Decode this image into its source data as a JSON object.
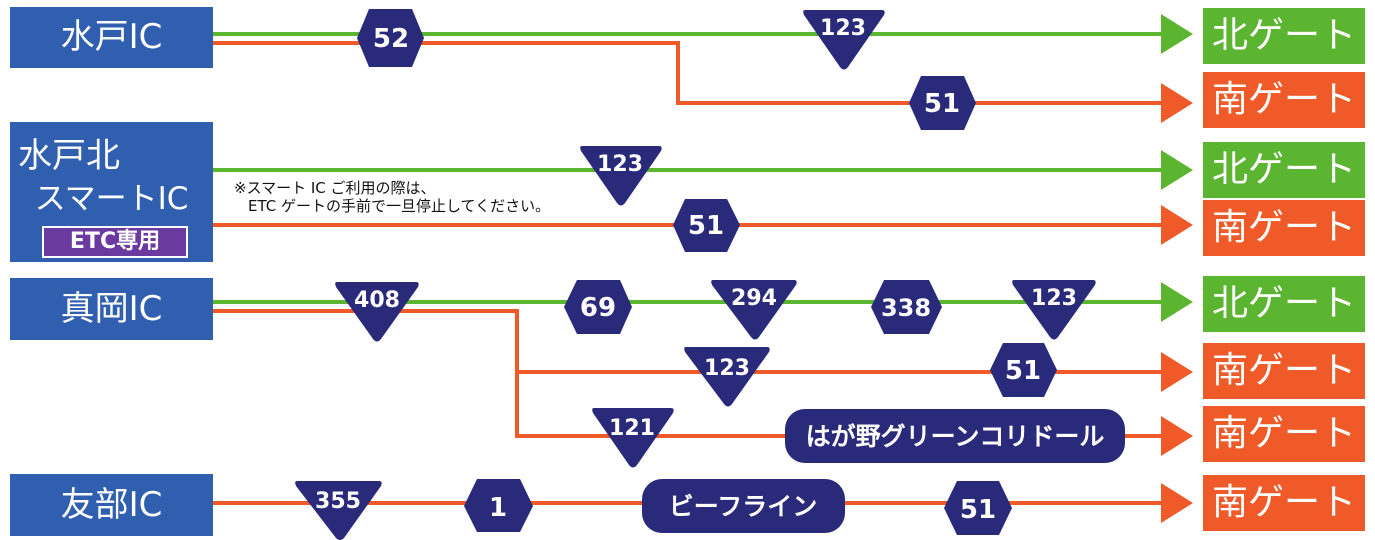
{
  "interchanges": [
    {
      "id": "mito",
      "name_lines": [
        "水戸IC"
      ]
    },
    {
      "id": "mito-kita",
      "name_lines": [
        "水戸北",
        "スマートIC"
      ],
      "badge": "ETC専用"
    },
    {
      "id": "moka",
      "name_lines": [
        "真岡IC"
      ]
    },
    {
      "id": "tomobe",
      "name_lines": [
        "友部IC"
      ]
    }
  ],
  "gates": {
    "north": "北ゲート",
    "south": "南ゲート"
  },
  "note": {
    "line1": "※スマート IC ご利用の際は、",
    "line2": "ETC ゲートの手前で一旦停止してください。"
  },
  "routes": {
    "r52": "52",
    "r123": "123",
    "r51": "51",
    "r408": "408",
    "r69": "69",
    "r294": "294",
    "r338": "338",
    "r121": "121",
    "r355": "355",
    "r1": "1"
  },
  "named_roads": {
    "haga_green": "はが野グリーンコリドール",
    "bee_line": "ビーフライン"
  },
  "colors": {
    "north_route": "#5cb531",
    "south_route": "#f05a28",
    "ic_box": "#2f5fae",
    "route_sign": "#2a2a7a",
    "etc_badge": "#6b3aa0"
  }
}
